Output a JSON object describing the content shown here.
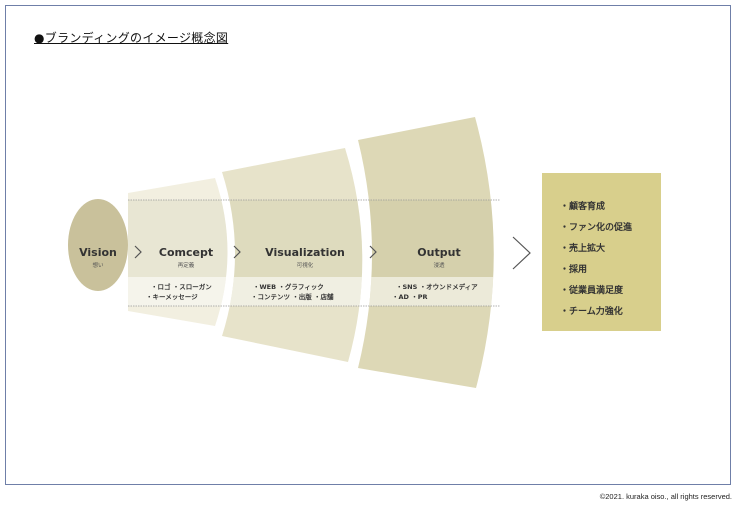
{
  "title": "●ブランディングのイメージ概念図",
  "footer": "©2021. kuraka oiso., all rights reserved.",
  "colors": {
    "vision": "#c9c19b",
    "concept": "#f2efe0",
    "visualization": "#e7e3ca",
    "output": "#ddd8b6",
    "result_box": "#d8cf8c"
  },
  "stages": [
    {
      "name": "Vision",
      "sub": "想い"
    },
    {
      "name": "Comcept",
      "sub": "再定義",
      "bullets": [
        "・ロゴ ・スローガン",
        "・キーメッセージ"
      ]
    },
    {
      "name": "Visualization",
      "sub": "可視化",
      "bullets": [
        "・WEB ・グラフィック",
        "・コンテンツ ・出版 ・店舗"
      ]
    },
    {
      "name": "Output",
      "sub": "浸透",
      "bullets": [
        "・SNS ・オウンドメディア",
        "・AD ・PR"
      ]
    }
  ],
  "results": [
    "・顧客育成",
    "・ファン化の促進",
    "・売上拡大",
    "・採用",
    "・従業員満足度",
    "・チーム力強化"
  ]
}
